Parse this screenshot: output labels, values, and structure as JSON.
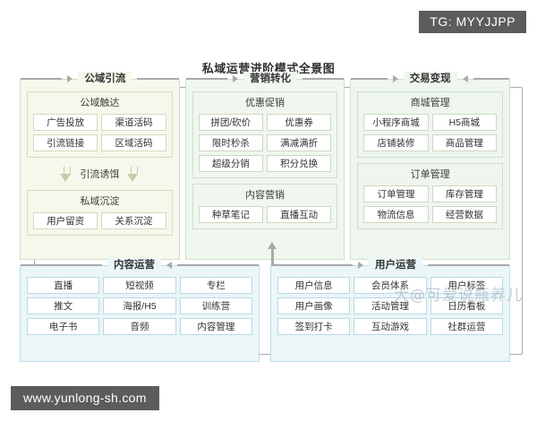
{
  "watermarks": {
    "tg_badge": "TG: MYYJJPP",
    "url_badge": "www.yunlong-sh.com",
    "overlay_text": "大@可爱说瓶养儿"
  },
  "diagram": {
    "title": "私域运营进阶模式全景图",
    "colors": {
      "stage_lime_bg": "#f7f8ec",
      "stage_green_bg": "#f0f7ef",
      "ops_blue_bg": "#eaf6f8",
      "connector": "#a9a9a9",
      "badge": "#5c5c5c"
    },
    "stages": [
      {
        "id": "public-domain-traffic",
        "title": "公域引流",
        "tone": "tone-lime",
        "subgroups": [
          {
            "id": "public-reach",
            "title": "公域触达",
            "chips": [
              "广告投放",
              "渠道活码",
              "引流链接",
              "区域活码"
            ]
          }
        ],
        "bait": {
          "label": "引流诱饵"
        },
        "subgroups2": [
          {
            "id": "private-precipitation",
            "title": "私域沉淀",
            "chips": [
              "用户留资",
              "关系沉淀"
            ]
          }
        ]
      },
      {
        "id": "marketing-conversion",
        "title": "营销转化",
        "tone": "tone-green",
        "subgroups": [
          {
            "id": "promotions",
            "title": "优惠促销",
            "chips": [
              "拼团/砍价",
              "优惠券",
              "限时秒杀",
              "满减满折",
              "超级分销",
              "积分兑换"
            ]
          },
          {
            "id": "content-marketing",
            "title": "内容营销",
            "chips": [
              "种草笔记",
              "直播互动"
            ]
          }
        ]
      },
      {
        "id": "transaction-monetization",
        "title": "交易变现",
        "tone": "tone-green2",
        "subgroups": [
          {
            "id": "mall-management",
            "title": "商城管理",
            "chips": [
              "小程序商城",
              "H5商城",
              "店铺装修",
              "商品管理"
            ]
          },
          {
            "id": "order-management",
            "title": "订单管理",
            "chips": [
              "订单管理",
              "库存管理",
              "物流信息",
              "经营数据"
            ]
          }
        ]
      }
    ],
    "ops": [
      {
        "id": "content-operations",
        "title": "内容运营",
        "chips": [
          "直播",
          "短视频",
          "专栏",
          "推文",
          "海报/H5",
          "训练营",
          "电子书",
          "音频",
          "内容管理"
        ]
      },
      {
        "id": "user-operations",
        "title": "用户运营",
        "chips": [
          "用户信息",
          "会员体系",
          "用户标签",
          "用户画像",
          "活动管理",
          "日历看板",
          "签到打卡",
          "互动游戏",
          "社群运营"
        ]
      }
    ]
  }
}
